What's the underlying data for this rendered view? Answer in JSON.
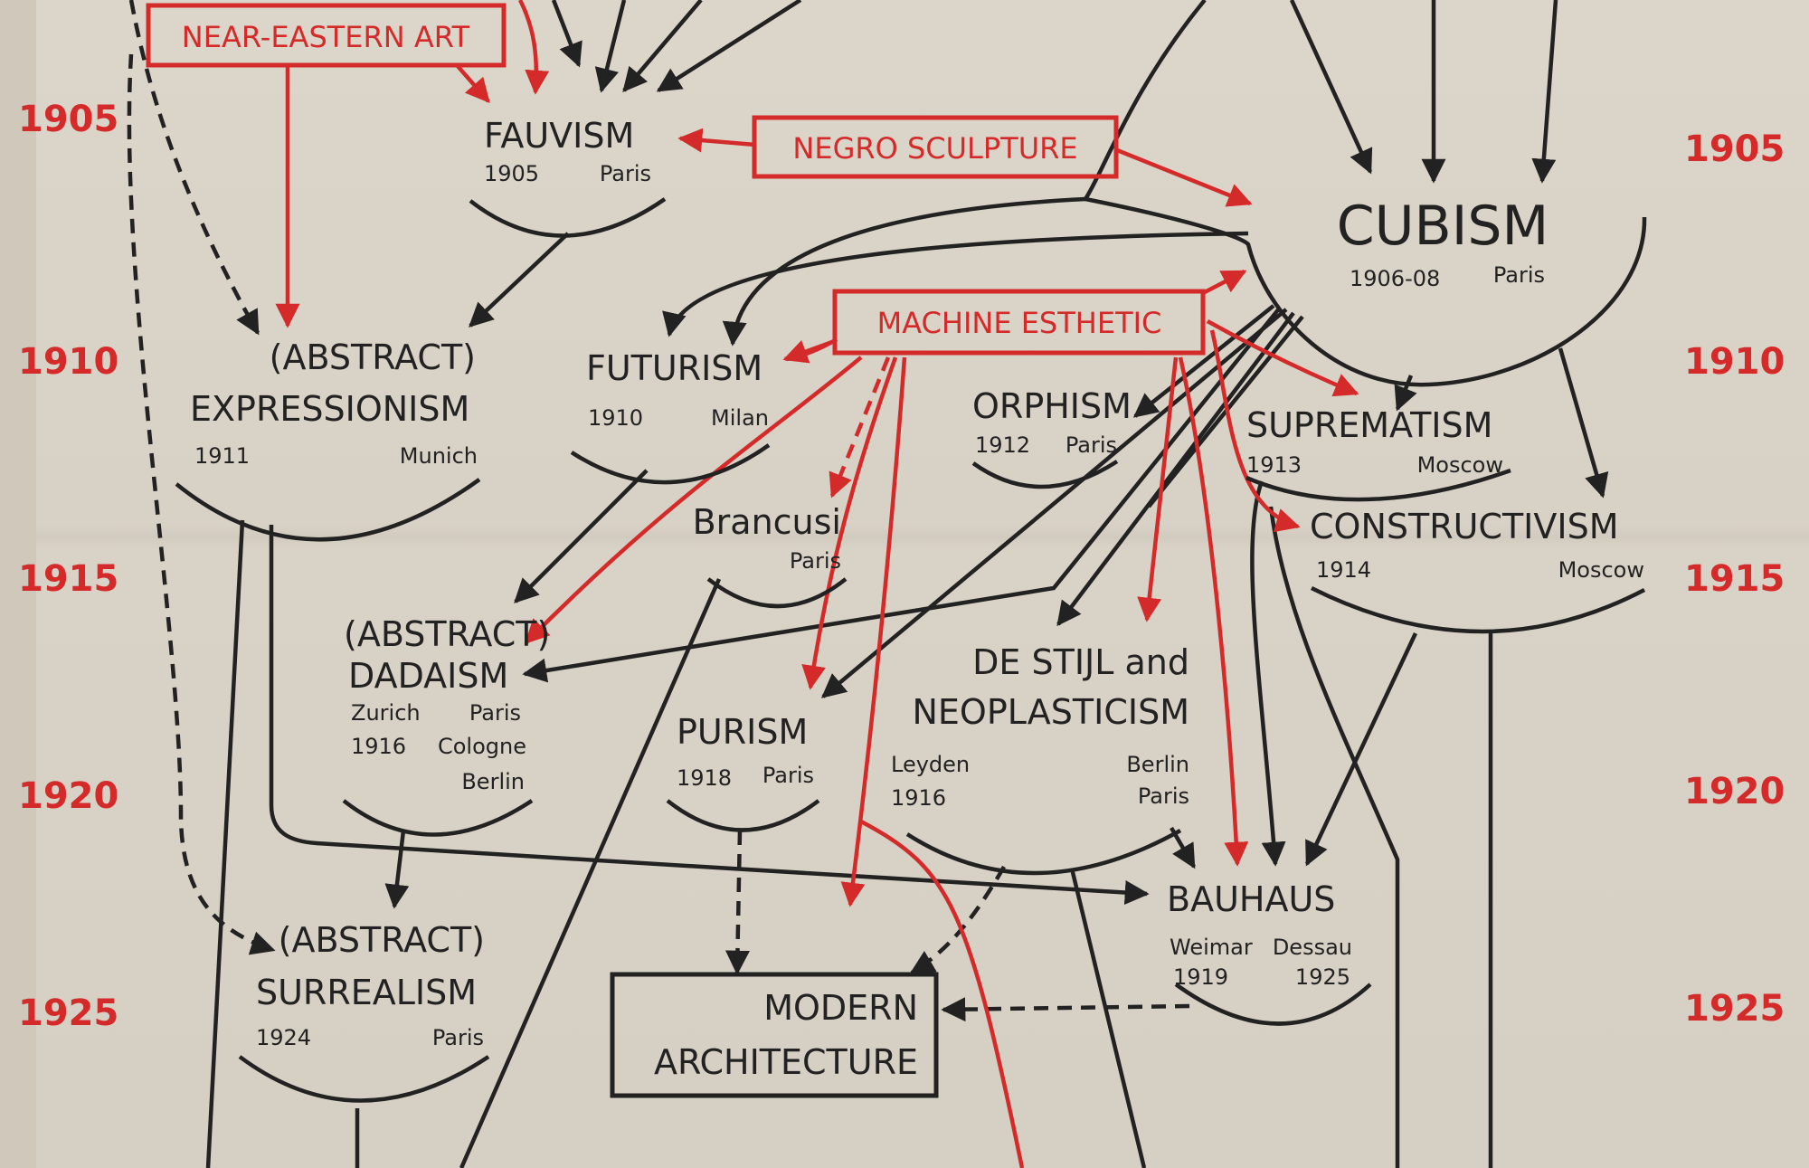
{
  "years_left": [
    "1905",
    "1910",
    "1915",
    "1920",
    "1925"
  ],
  "years_right": [
    "1905",
    "1910",
    "1915",
    "1920",
    "1925"
  ],
  "influences": {
    "near_eastern_art": "NEAR-EASTERN ART",
    "negro_sculpture": "NEGRO SCULPTURE",
    "machine_esthetic": "MACHINE ESTHETIC"
  },
  "movements": {
    "fauvism": {
      "name": "FAUVISM",
      "year": "1905",
      "place": "Paris"
    },
    "cubism": {
      "name": "CUBISM",
      "year": "1906-08",
      "place": "Paris"
    },
    "expressionism": {
      "prefix": "(ABSTRACT)",
      "name": "EXPRESSIONISM",
      "year": "1911",
      "place": "Munich"
    },
    "futurism": {
      "name": "FUTURISM",
      "year": "1910",
      "place": "Milan"
    },
    "orphism": {
      "name": "ORPHISM",
      "year": "1912",
      "place": "Paris"
    },
    "suprematism": {
      "name": "SUPREMATISM",
      "year": "1913",
      "place": "Moscow"
    },
    "constructivism": {
      "name": "CONSTRUCTIVISM",
      "year": "1914",
      "place": "Moscow"
    },
    "brancusi": {
      "name": "Brancusi",
      "place": "Paris"
    },
    "dadaism": {
      "prefix": "(ABSTRACT)",
      "name": "DADAISM",
      "place1": "Zurich",
      "place2": "Paris",
      "year": "1916",
      "place3": "Cologne",
      "place4": "Berlin"
    },
    "purism": {
      "name": "PURISM",
      "year": "1918",
      "place": "Paris"
    },
    "de_stijl": {
      "line1": "DE STIJL and",
      "line2": "NEOPLASTICISM",
      "place1": "Leyden",
      "place2": "Berlin",
      "year": "1916",
      "place3": "Paris"
    },
    "bauhaus": {
      "name": "BAUHAUS",
      "place1": "Weimar",
      "place2": "Dessau",
      "year1": "1919",
      "year2": "1925"
    },
    "surrealism": {
      "prefix": "(ABSTRACT)",
      "name": "SURREALISM",
      "year": "1924",
      "place": "Paris"
    },
    "modern_architecture": {
      "line1": "MODERN",
      "line2": "ARCHITECTURE"
    }
  }
}
